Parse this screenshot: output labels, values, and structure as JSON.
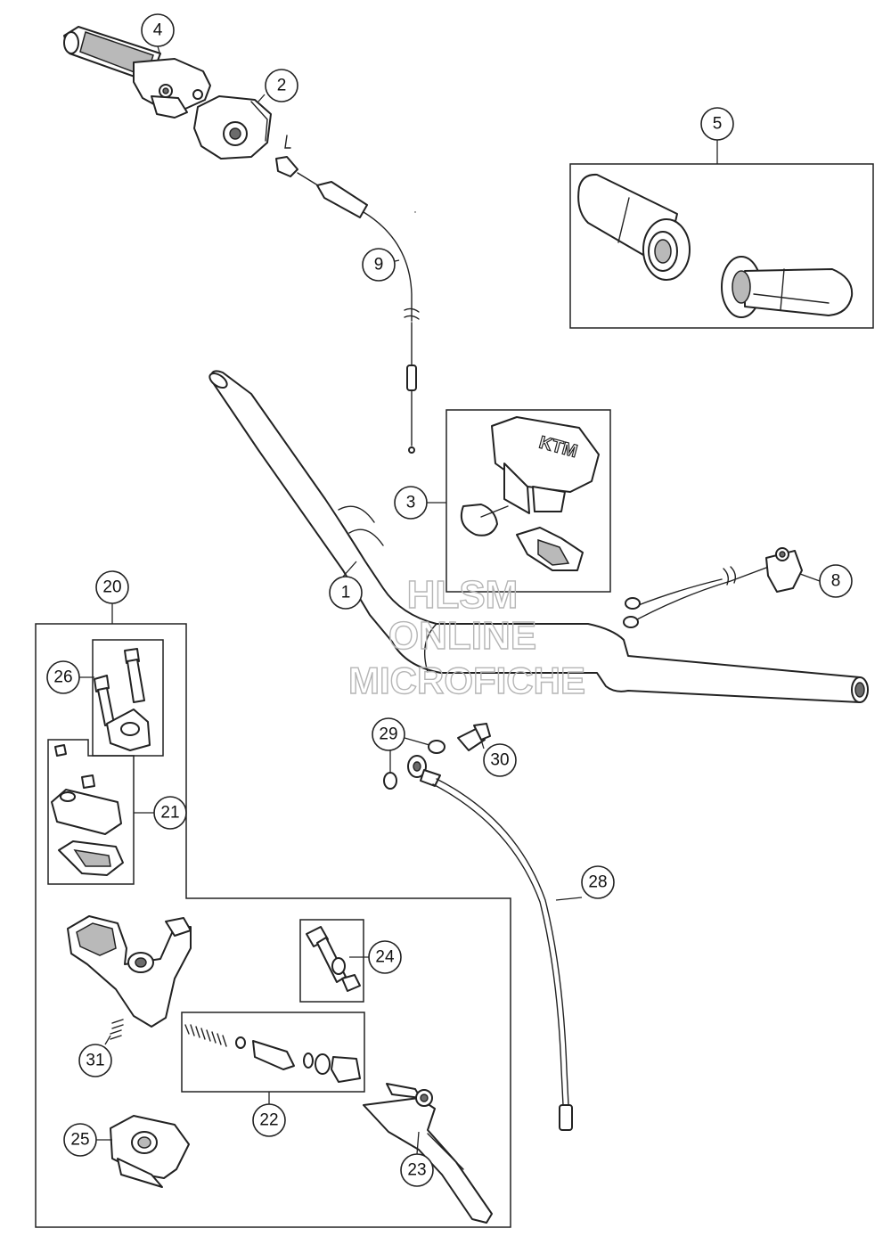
{
  "watermark": {
    "line1": "HLSM",
    "line2": "ONLINE",
    "line3": "MICROFICHE"
  },
  "callouts": {
    "c1": "1",
    "c2": "2",
    "c3": "3",
    "c4": "4",
    "c5": "5",
    "c8": "8",
    "c9": "9",
    "c20": "20",
    "c21": "21",
    "c22": "22",
    "c23": "23",
    "c24": "24",
    "c25": "25",
    "c26": "26",
    "c28": "28",
    "c29": "29",
    "c30": "30",
    "c31": "31"
  },
  "logo_text": "KTM",
  "colors": {
    "line": "#222222",
    "shade": "#b9b9b9",
    "watermark": "#b5b5b5",
    "background": "#ffffff"
  }
}
